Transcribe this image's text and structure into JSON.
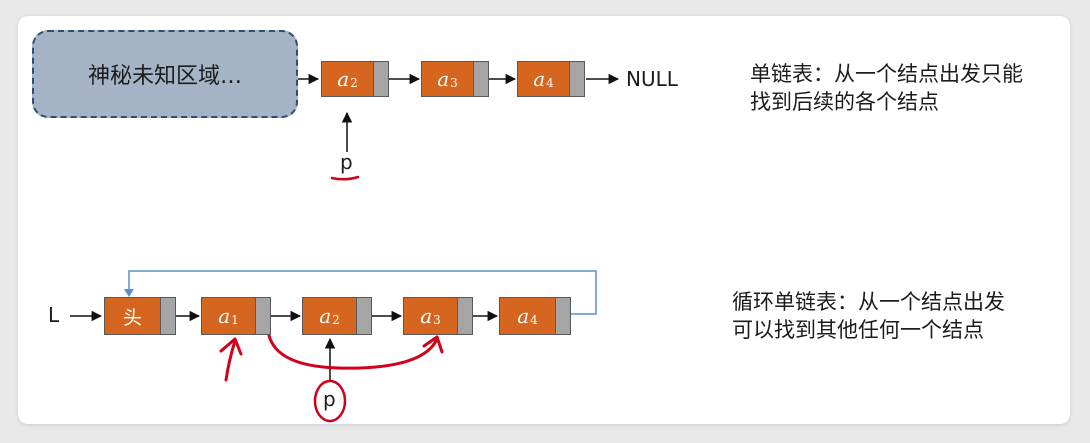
{
  "top": {
    "unknown_region": "神秘未知区域…",
    "nodes": [
      {
        "base": "a",
        "sub": "2"
      },
      {
        "base": "a",
        "sub": "3"
      },
      {
        "base": "a",
        "sub": "4"
      }
    ],
    "null_label": "NULL",
    "pointer_label": "p",
    "description_line1": "单链表：从一个结点出发只能",
    "description_line2": "找到后续的各个结点"
  },
  "bottom": {
    "list_label": "L",
    "head_label": "头",
    "nodes": [
      {
        "base": "a",
        "sub": "1"
      },
      {
        "base": "a",
        "sub": "2"
      },
      {
        "base": "a",
        "sub": "3"
      },
      {
        "base": "a",
        "sub": "4"
      }
    ],
    "pointer_label": "p",
    "description_line1": "循环单链表：从一个结点出发",
    "description_line2": "可以找到其他任何一个结点"
  },
  "colors": {
    "node_fill": "#d6651f",
    "pointer_field": "#a5a5a5",
    "unknown_fill": "#a4b4c6",
    "loop_line": "#5b8ec9",
    "annotation": "#d0021b"
  }
}
